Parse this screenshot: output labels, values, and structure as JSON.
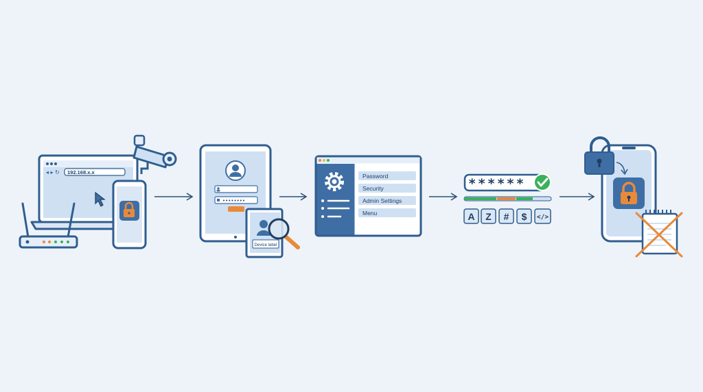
{
  "step1": {
    "url_text": "192.168.x.x"
  },
  "step2": {
    "password_mask": "••••••••",
    "book_label": "Device label"
  },
  "step3": {
    "menu_items": [
      "Password",
      "Security",
      "Admin Settings",
      "Menu"
    ]
  },
  "step4": {
    "password_mask": "******",
    "char_keys": [
      "A",
      "Z",
      "#",
      "$",
      "</>"
    ]
  },
  "colors": {
    "primary": "#3f6ea4",
    "light_blue": "#cfe0f3",
    "accent_orange": "#e88a3a",
    "success_green": "#3ab15a"
  }
}
